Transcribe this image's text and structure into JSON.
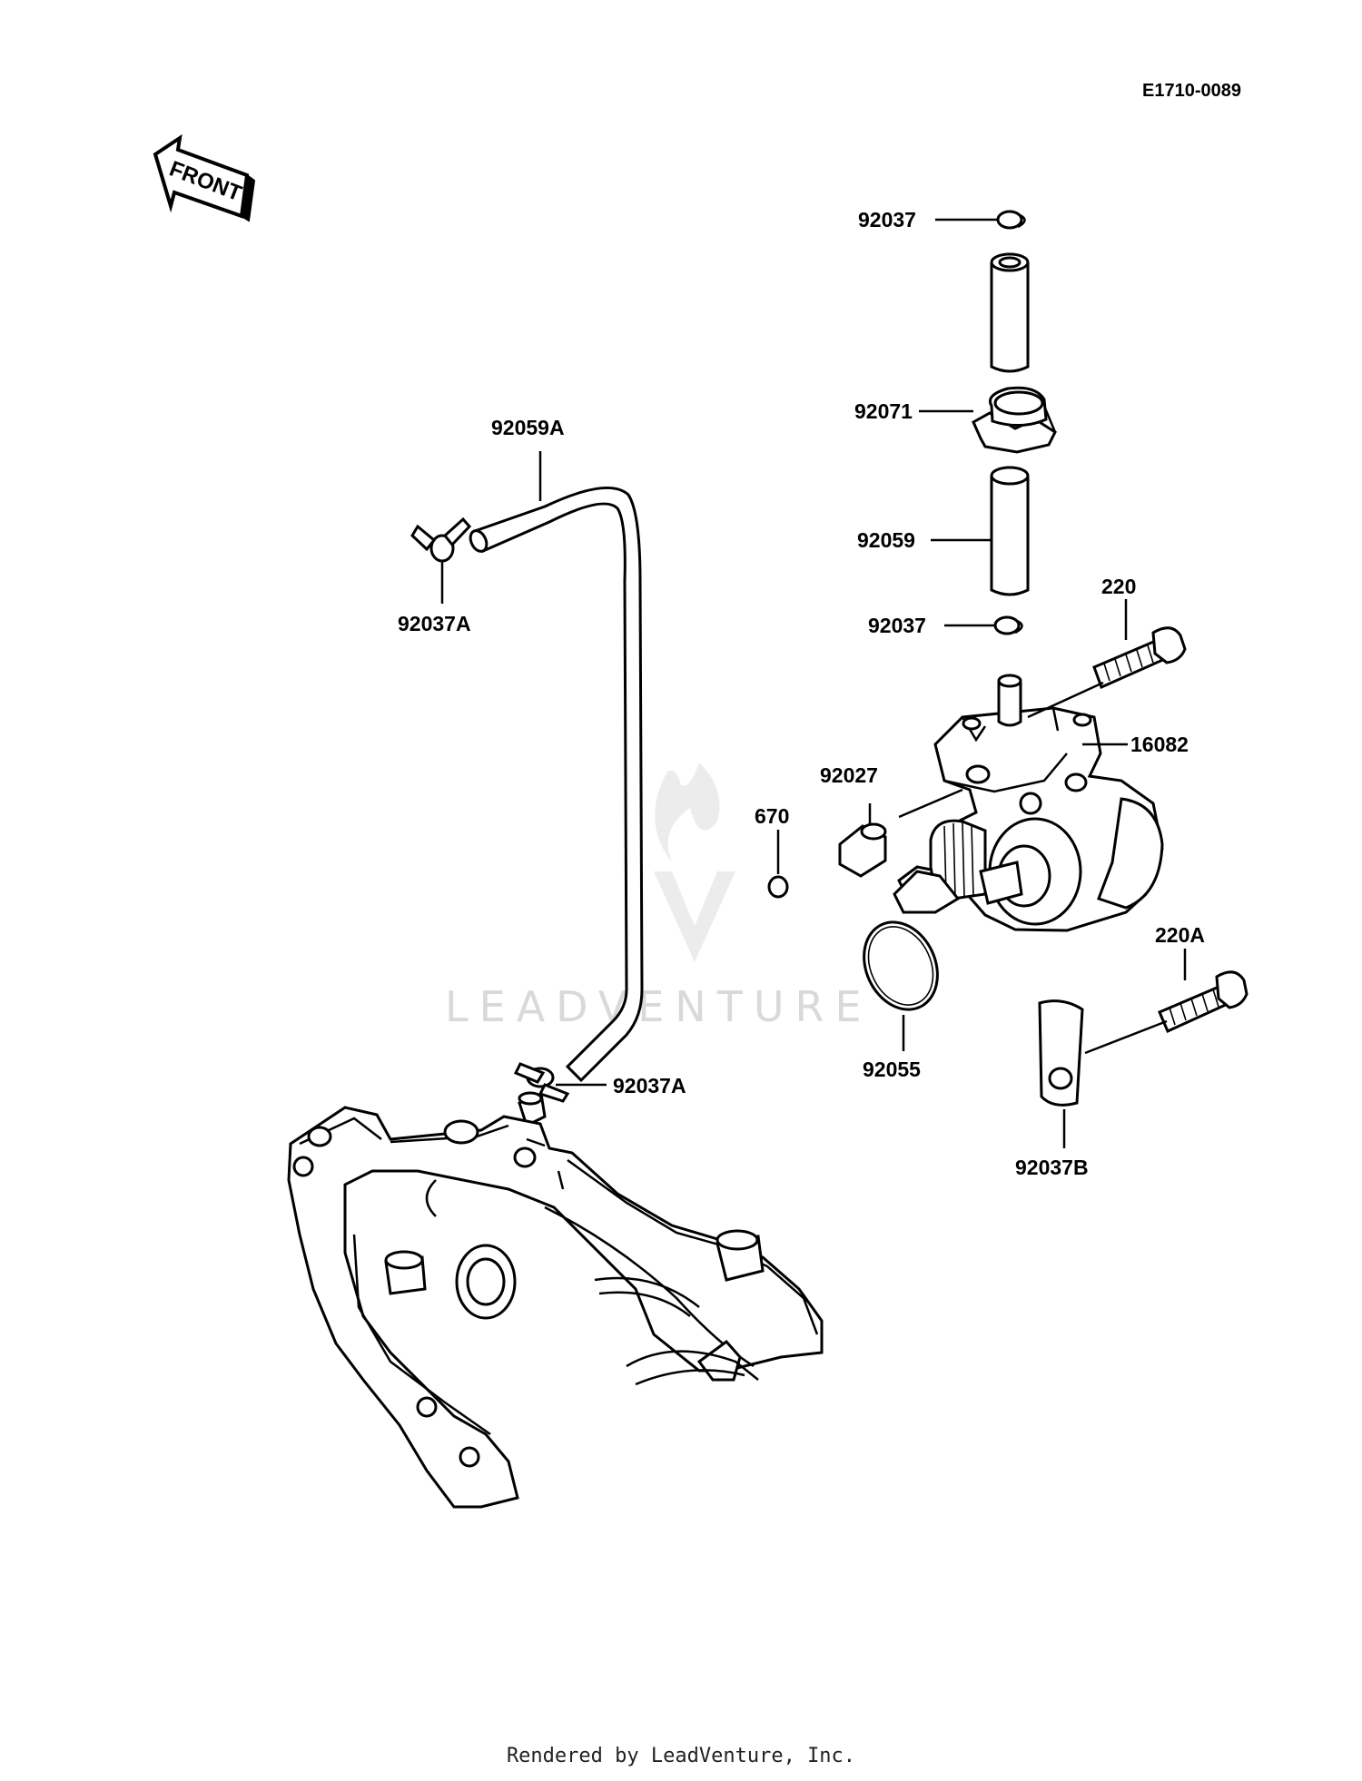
{
  "diagram_code": "E1710-0089",
  "front_arrow_label": "FRONT",
  "watermark_text": "LEADVENTURE",
  "footer_text": "Rendered by LeadVenture, Inc.",
  "callouts": {
    "c_92037_top": "92037",
    "c_92071": "92071",
    "c_92059": "92059",
    "c_92037_mid": "92037",
    "c_220": "220",
    "c_16082": "16082",
    "c_92027": "92027",
    "c_670": "670",
    "c_92055": "92055",
    "c_220A": "220A",
    "c_92037B": "92037B",
    "c_92059A": "92059A",
    "c_92037A_top": "92037A",
    "c_92037A_bottom": "92037A"
  },
  "colors": {
    "ink": "#000000",
    "paper": "#ffffff",
    "watermark": "#d9d9d9"
  }
}
